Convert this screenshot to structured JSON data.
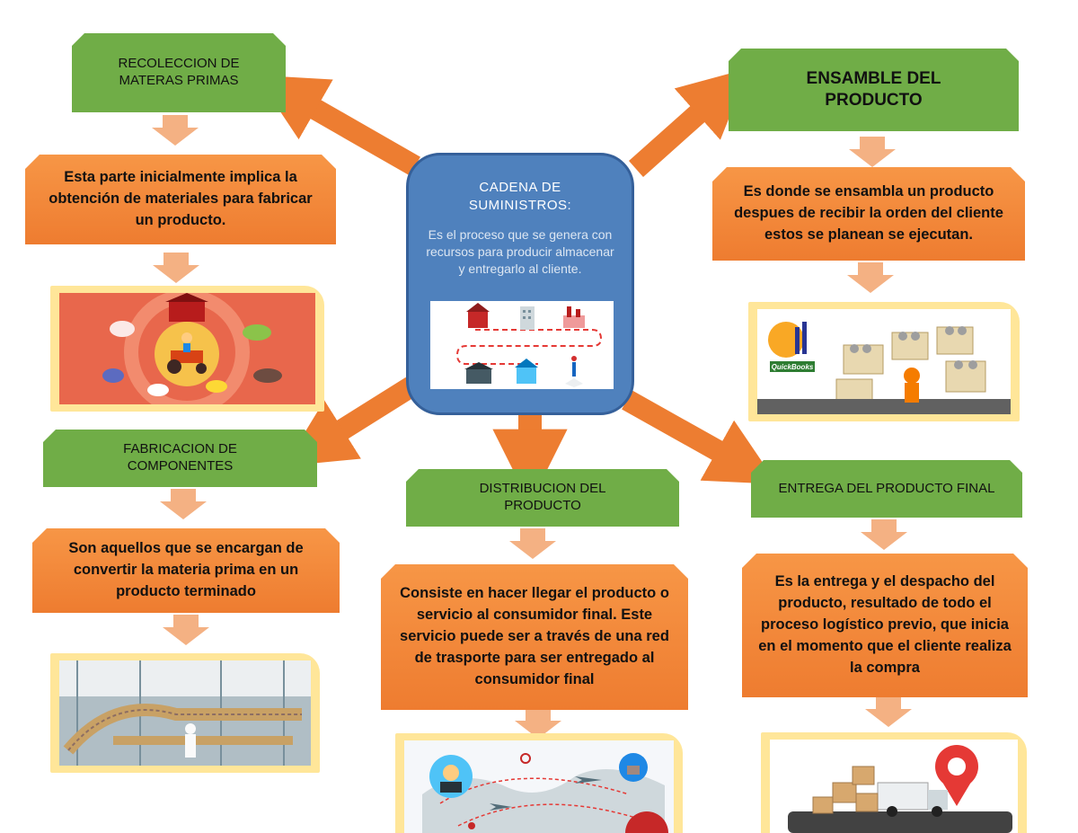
{
  "center": {
    "title": "CADENA DE SUMINISTROS:",
    "description": "Es el proceso que se genera con recursos para producir almacenar y entregarlo al cliente."
  },
  "nodes": {
    "recoleccion": {
      "title": "RECOLECCION DE MATERAS PRIMAS",
      "description": "Esta parte inicialmente implica la obtención de materiales para fabricar un producto."
    },
    "ensamble": {
      "title": "ENSAMBLE DEL PRODUCTO",
      "description": "Es donde se ensambla un producto despues de recibir la orden del cliente estos se planean se ejecutan."
    },
    "fabricacion": {
      "title": "FABRICACION DE COMPONENTES",
      "description": "Son aquellos que se encargan de convertir la materia prima en un producto terminado"
    },
    "distribucion": {
      "title": "DISTRIBUCION DEL PRODUCTO",
      "description": "Consiste en hacer llegar el producto o servicio al consumidor final. Este servicio puede ser a través de una red de trasporte para ser entregado al consumidor final"
    },
    "entrega": {
      "title": "ENTREGA DEL PRODUCTO FINAL",
      "description": "Es la entrega y el despacho del producto, resultado de todo el proceso logístico previo, que inicia en el momento que el cliente realiza la compra"
    }
  },
  "image_labels": {
    "quickbooks": "QuickBooks"
  },
  "colors": {
    "green": "#70ad47",
    "orange": "#f79646",
    "blue": "#4f81bd",
    "peach_arrow": "#f4b183",
    "frame": "#ffe699",
    "big_arrow": "#ed7d31"
  }
}
